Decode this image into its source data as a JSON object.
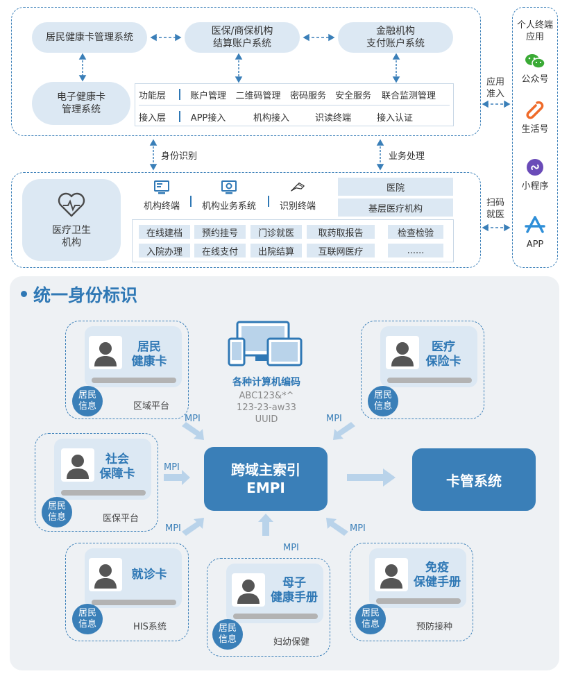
{
  "top": {
    "resident_card_mgmt": "居民健康卡管理系统",
    "insurance_account_line1": "医保/商保机构",
    "insurance_account_line2": "结算账户系统",
    "finance_account_line1": "金融机构",
    "finance_account_line2": "支付账户系统",
    "ehealth_card_line1": "电子健康卡",
    "ehealth_card_line2": "管理系统",
    "function_layer": {
      "label": "功能层",
      "items": [
        "账户管理",
        "二维码管理",
        "密码服务",
        "安全服务",
        "联合监测管理"
      ]
    },
    "access_layer": {
      "label": "接入层",
      "items": [
        "APP接入",
        "机构接入",
        "识读终端",
        "接入认证"
      ]
    },
    "app_access_line1": "应用",
    "app_access_line2": "准入"
  },
  "middle": {
    "identity": "身份识别",
    "business": "业务处理"
  },
  "institution": {
    "title_line1": "医疗卫生",
    "title_line2": "机构",
    "terminals": [
      "机构终端",
      "机构业务系统",
      "识别终端"
    ],
    "hospital": "医院",
    "primary_care": "基层医疗机构",
    "services_row1": [
      "在线建档",
      "预约挂号",
      "门诊就医",
      "取药取报告",
      "检查检验"
    ],
    "services_row2": [
      "入院办理",
      "在线支付",
      "出院结算",
      "互联网医疗",
      "......"
    ],
    "scan_line1": "扫码",
    "scan_line2": "就医"
  },
  "sidebar": {
    "title_line1": "个人终端",
    "title_line2": "应用",
    "items": [
      {
        "label": "公众号",
        "icon": "wechat-icon"
      },
      {
        "label": "生活号",
        "icon": "alipay-life-icon"
      },
      {
        "label": "小程序",
        "icon": "mini-program-icon"
      },
      {
        "label": "APP",
        "icon": "app-store-icon"
      }
    ]
  },
  "bottom": {
    "section_title": "统一身份标识",
    "encodings": {
      "title": "各种计算机编码",
      "line1": "ABC123&*^",
      "line2": "123-23-aw33",
      "line3": "UUID"
    },
    "empi_line1": "跨域主索引",
    "empi_line2": "EMPI",
    "card_system": "卡管系统",
    "mpi": "MPI",
    "resident_info_line1": "居民",
    "resident_info_line2": "信息",
    "cards": [
      {
        "title_line1": "居民",
        "title_line2": "健康卡",
        "platform": "区域平台"
      },
      {
        "title_line1": "医疗",
        "title_line2": "保险卡",
        "platform": ""
      },
      {
        "title_line1": "社会",
        "title_line2": "保障卡",
        "platform": "医保平台"
      },
      {
        "title_line1": "就诊卡",
        "title_line2": "",
        "platform": "HIS系统"
      },
      {
        "title_line1": "母子",
        "title_line2": "健康手册",
        "platform": "妇幼保健"
      },
      {
        "title_line1": "免疫",
        "title_line2": "保健手册",
        "platform": "预防接种"
      }
    ]
  },
  "colors": {
    "accent": "#3a7fb8",
    "light_box": "#dce8f3",
    "panel_bg": "#eef1f4",
    "wechat": "#3aaa35",
    "alipay": "#ef6b2a",
    "mini_program": "#6a4bb8",
    "app_store": "#2f8fd8"
  }
}
